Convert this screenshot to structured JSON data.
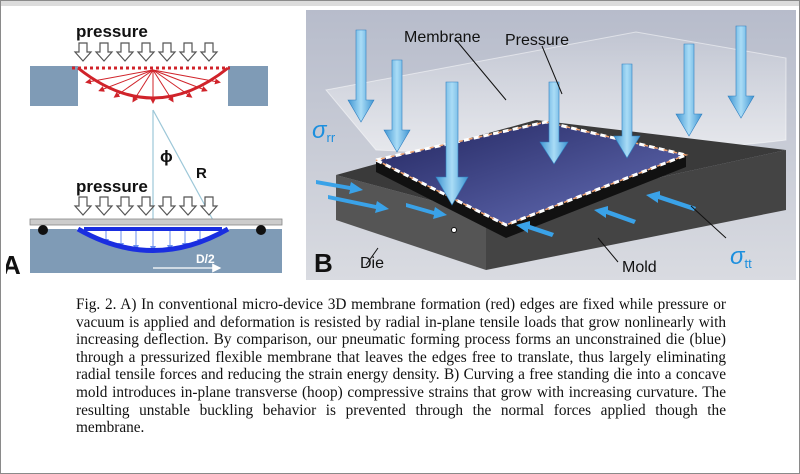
{
  "figure": {
    "panel_a": {
      "letter": "A",
      "top_pressure_label": "pressure",
      "bottom_pressure_label": "pressure",
      "angle_label": "ϕ",
      "radius_label": "R",
      "span_label": "D/2"
    },
    "panel_b": {
      "letter": "B",
      "membrane_label": "Membrane",
      "pressure_label": "Pressure",
      "sigma_r_symbol": "σ",
      "sigma_r_subscript": "rr",
      "sigma_t_symbol": "σ",
      "sigma_t_subscript": "tt",
      "die_label": "Die",
      "mold_label": "Mold"
    },
    "caption": "Fig. 2. A) In conventional micro-device 3D membrane formation (red) edges are fixed while pressure or vacuum is applied and deformation is resisted by radial in-plane tensile loads that grow nonlinearly with increasing deflection. By comparison, our pneumatic forming process forms an unconstrained die (blue) through a pressurized flexible membrane that leaves the edges free to translate, thus largely eliminating radial tensile forces and reducing the strain energy density. B) Curving a free standing die into a concave mold introduces in-plane transverse (hoop) compressive strains that grow with increasing curvature. The resulting unstable buckling behavior is prevented through the normal forces applied though the membrane."
  },
  "colors": {
    "substrate": "#7f9bb6",
    "constrained_membrane": "#d0232a",
    "free_die": "#1a2ee0",
    "arrow_blue": "#5ab0e8",
    "panel_b_bg": "#c4c8d4"
  }
}
